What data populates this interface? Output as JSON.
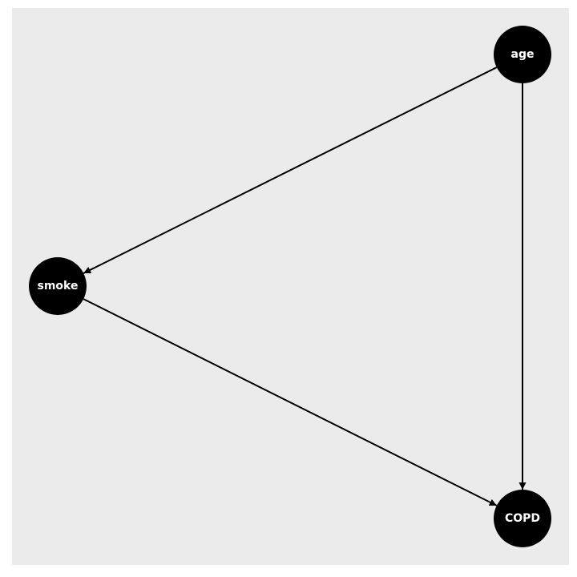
{
  "diagram": {
    "type": "directed-acyclic-graph",
    "background_color": "#EBEBEB",
    "node_color": "#000000",
    "label_color": "#FFFFFF",
    "edge_color": "#000000",
    "nodes": [
      {
        "id": "age",
        "label": "age"
      },
      {
        "id": "smoke",
        "label": "smoke"
      },
      {
        "id": "COPD",
        "label": "COPD"
      }
    ],
    "edges": [
      {
        "from": "age",
        "to": "smoke"
      },
      {
        "from": "age",
        "to": "COPD"
      },
      {
        "from": "smoke",
        "to": "COPD"
      }
    ]
  }
}
